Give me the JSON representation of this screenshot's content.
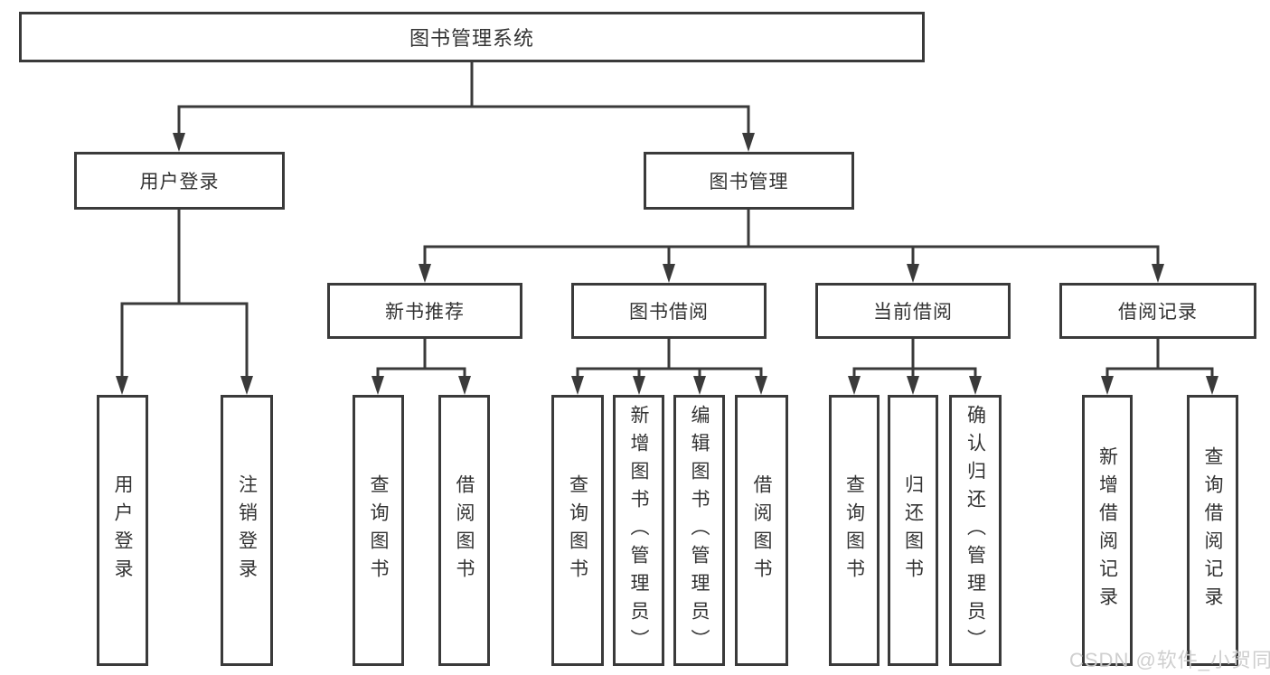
{
  "diagram": {
    "root": {
      "label": "图书管理系统"
    },
    "branches": [
      {
        "label": "用户登录",
        "children": [
          {
            "label": "用户登录"
          },
          {
            "label": "注销登录"
          }
        ]
      },
      {
        "label": "图书管理",
        "groups": [
          {
            "label": "新书推荐",
            "children": [
              {
                "label": "查询图书"
              },
              {
                "label": "借阅图书"
              }
            ]
          },
          {
            "label": "图书借阅",
            "children": [
              {
                "label": "查询图书"
              },
              {
                "label": "新增图书（管理员）"
              },
              {
                "label": "编辑图书（管理员）"
              },
              {
                "label": "借阅图书"
              }
            ]
          },
          {
            "label": "当前借阅",
            "children": [
              {
                "label": "查询图书"
              },
              {
                "label": "归还图书"
              },
              {
                "label": "确认归还（管理员）"
              }
            ]
          },
          {
            "label": "借阅记录",
            "children": [
              {
                "label": "新增借阅记录"
              },
              {
                "label": "查询借阅记录"
              }
            ]
          }
        ]
      }
    ]
  },
  "watermark": {
    "text": "CSDN @软件_小贺同学"
  },
  "colors": {
    "line": "#3a3a3a",
    "box_border": "#3a3a3a",
    "text": "#333333",
    "background": "#ffffff",
    "watermark": "#cccccc"
  }
}
